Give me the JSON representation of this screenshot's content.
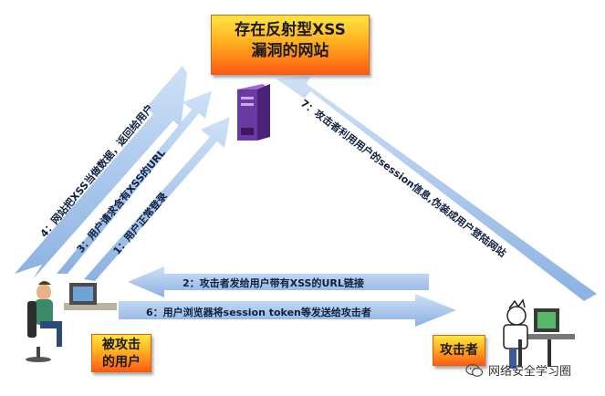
{
  "site": {
    "line1": "存在反射型XSS",
    "line2": "漏洞的网站"
  },
  "victim": {
    "line1": "被攻击",
    "line2": "的用户"
  },
  "attacker": {
    "label": "攻击者"
  },
  "arrows": {
    "step1": "1：用户正常登录",
    "step2": "2：攻击者发给用户带有XSS的URL链接",
    "step3": "3：用户请求含有XSS的URL",
    "step4": "4：网站把XSS当做数据，返回给用户",
    "step6": "6：用户浏览器将session token等发送给攻击者",
    "step7": "7：攻击者利用用户的session信息,伪装成用户登陆网站"
  },
  "watermark": {
    "text": "网络安全学习圈",
    "icon": "wechat-icon"
  },
  "colors": {
    "arrow": "#9fc4ee",
    "box_top": "#ffe640",
    "box_bottom": "#ff5a14"
  }
}
